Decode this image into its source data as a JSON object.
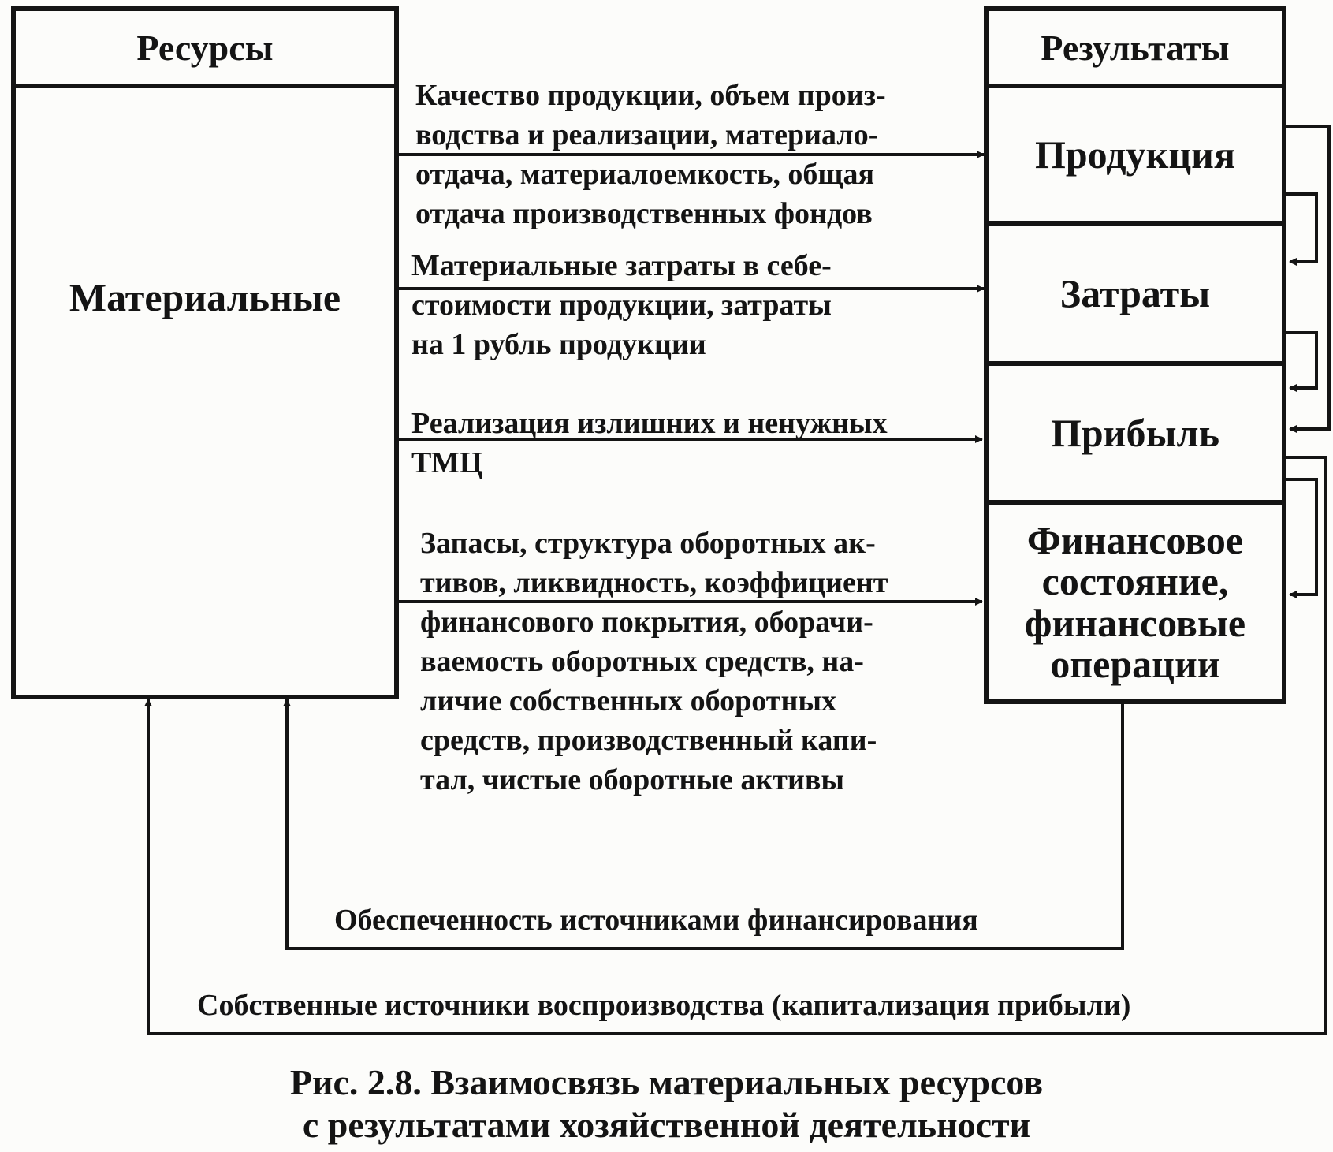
{
  "resources": {
    "header": "Ресурсы",
    "body": "Материальные"
  },
  "results": {
    "header": "Результаты",
    "items": [
      "Продукция",
      "Затраты",
      "Прибыль",
      "Финансовое\nсостояние,\nфинансовые\nоперации"
    ]
  },
  "links": [
    "Качество продукции, объем произ-\nводства и реализации, материало-\nотдача, материалоемкость, общая\nотдача производственных фондов",
    "Материальные затраты в себе-\nстоимости продукции, затраты\nна 1 рубль продукции",
    "Реализация излишних и ненужных\nТМЦ",
    "Запасы, структура оборотных ак-\nтивов, ликвидность, коэффициент\nфинансового покрытия, оборачи-\nваемость оборотных средств, на-\nличие собственных оборотных\nсредств, производственный капи-\nтал, чистые оборотные активы"
  ],
  "feedback": {
    "financing": "Обеспеченность источниками финансирования",
    "own_sources": "Собственные источники воспроизводства (капитализация прибыли)"
  },
  "caption": {
    "line1": "Рис. 2.8. Взаимосвязь материальных ресурсов",
    "line2": "с результатами хозяйственной деятельности"
  }
}
